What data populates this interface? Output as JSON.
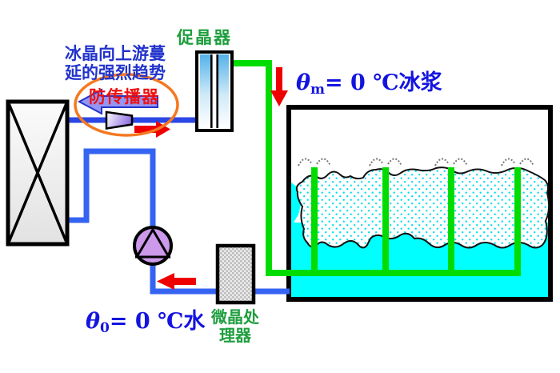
{
  "diagram": {
    "labels": {
      "promoter": "促晶器",
      "note_line1": "冰晶向上游蔓",
      "note_line2": "延的强烈趋势",
      "anti_propagator": "防传播器",
      "processor_line1": "微晶处",
      "processor_line2": "理器"
    },
    "slurry_label": {
      "symbol": "θ",
      "sub": "m",
      "rest": "= 0 ℃冰浆"
    },
    "water_label": {
      "symbol": "θ",
      "sub": "0",
      "rest": "= 0 ℃水"
    },
    "colors": {
      "water_cyan": "#00FFFF",
      "ice_dot_cyan": "#00E0F0",
      "pipe_green": "#00DC00",
      "pipe_blue_top": "#2B46E4",
      "pipe_blue_loop": "#3563F2",
      "text_blue": "#1414E0",
      "note_blue": "#2233CC",
      "label_green": "#1E9E3E",
      "arrow_red": "#EE0000",
      "ellipse_orange": "#F57820",
      "pump_purple": "#CC99EB",
      "arrow_lavender": "#9595F2"
    }
  }
}
